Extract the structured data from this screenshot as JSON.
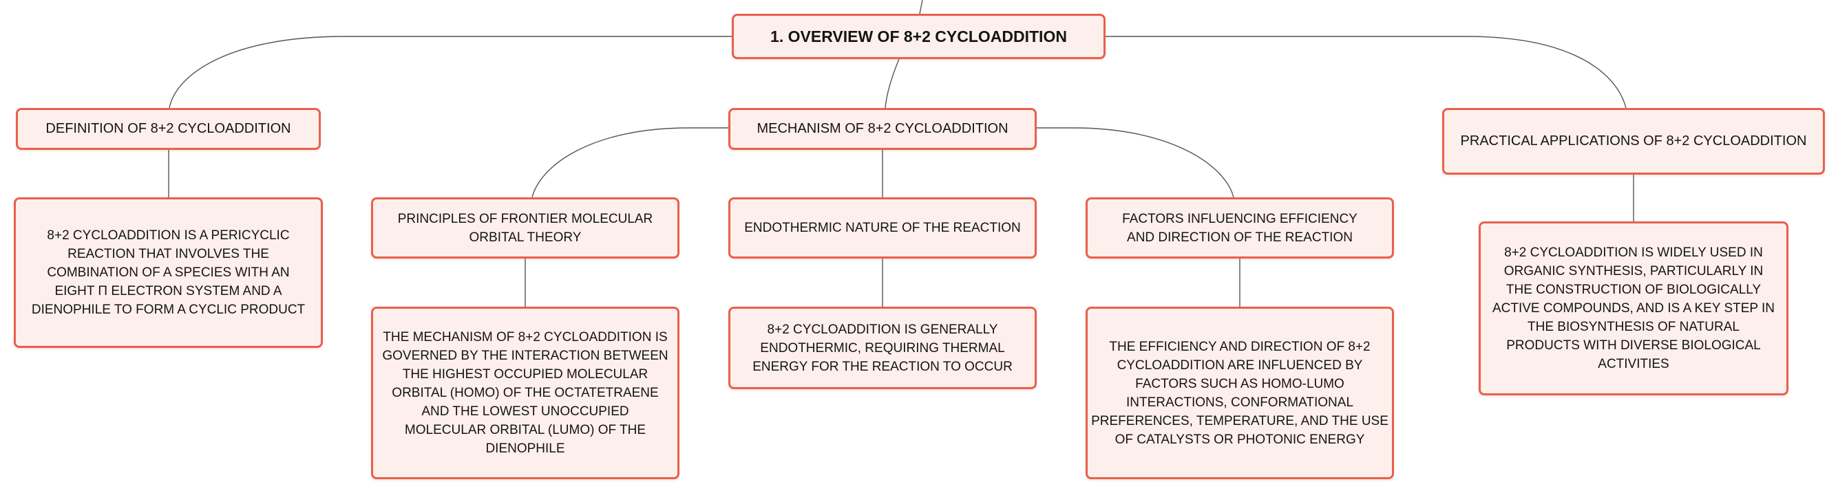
{
  "root": {
    "label": "1. Overview of 8+2 Cycloaddition"
  },
  "topics": {
    "definition": {
      "label": "Definition of 8+2 Cycloaddition",
      "detail": "8+2 cycloaddition is a pericyclic reaction that involves the combination of a species with an eight π electron system and a dienophile to form a cyclic product"
    },
    "mechanism": {
      "label": "Mechanism of 8+2 Cycloaddition",
      "subtopics": {
        "fmo": {
          "label": "Principles of Frontier Molecular Orbital Theory",
          "detail": "The mechanism of 8+2 cycloaddition is governed by the interaction between the highest occupied molecular orbital (HOMO) of the octatetraene and the lowest unoccupied molecular orbital (LUMO) of the dienophile"
        },
        "endothermic": {
          "label": "Endothermic Nature of the Reaction",
          "detail": "8+2 cycloaddition is generally endothermic, requiring thermal energy for the reaction to occur"
        },
        "factors": {
          "label": "Factors Influencing Efficiency and Direction of the Reaction",
          "detail": "The efficiency and direction of 8+2 cycloaddition are influenced by factors such as HOMO-LUMO interactions, conformational preferences, temperature, and the use of catalysts or photonic energy"
        }
      }
    },
    "applications": {
      "label": "Practical Applications of 8+2 Cycloaddition",
      "detail": "8+2 cycloaddition is widely used in organic synthesis, particularly in the construction of biologically active compounds, and is a key step in the biosynthesis of natural products with diverse biological activities"
    }
  }
}
